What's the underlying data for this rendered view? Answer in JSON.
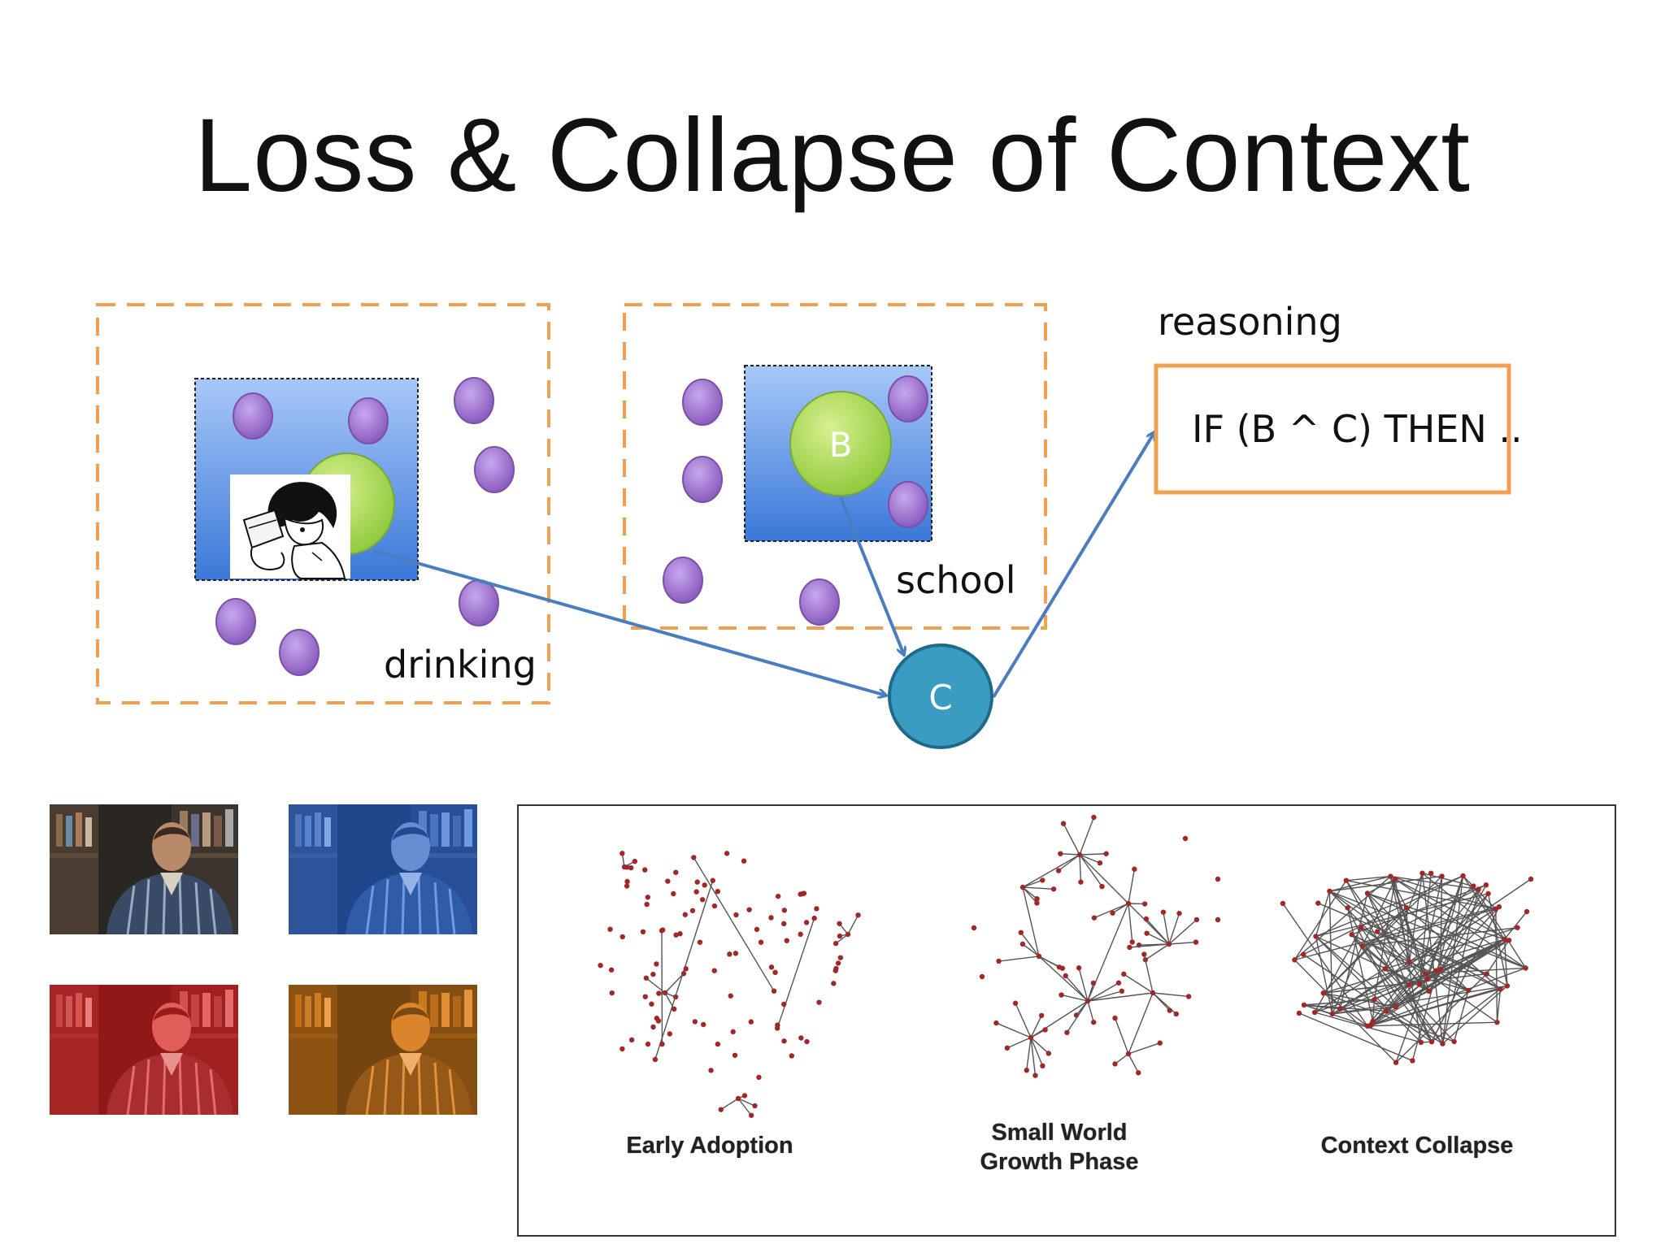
{
  "title": "Loss & Collapse of Context",
  "colors": {
    "dashed_box": "#f0a050",
    "context_box_top": "#a8c8f8",
    "context_box_bottom": "#3a78d8",
    "small_node": "#9a70c8",
    "concept_node": "#a8d850",
    "c_node": "#3a9cc0",
    "arrow": "#4a7cc0",
    "photo_tints": [
      "none",
      "#4a78c8",
      "#c83c3c",
      "#e08828"
    ]
  },
  "diagram": {
    "node_b_label": "B",
    "node_c_label": "C",
    "drinking_label": "drinking",
    "school_label": "school",
    "reasoning_label": "reasoning",
    "rule_text": "IF (B ^ C) THEN ..",
    "icons": [
      "cartoon-drinking-icon"
    ]
  },
  "photos": {
    "count": 4,
    "tint_names": [
      "original",
      "blue",
      "red",
      "orange"
    ]
  },
  "networks": {
    "captions": [
      "Early Adoption",
      "Small World Growth Phase",
      "Context Collapse"
    ],
    "caption_lines": [
      [
        "Early Adoption"
      ],
      [
        "Small World",
        "Growth Phase"
      ],
      [
        "Context Collapse"
      ]
    ]
  }
}
